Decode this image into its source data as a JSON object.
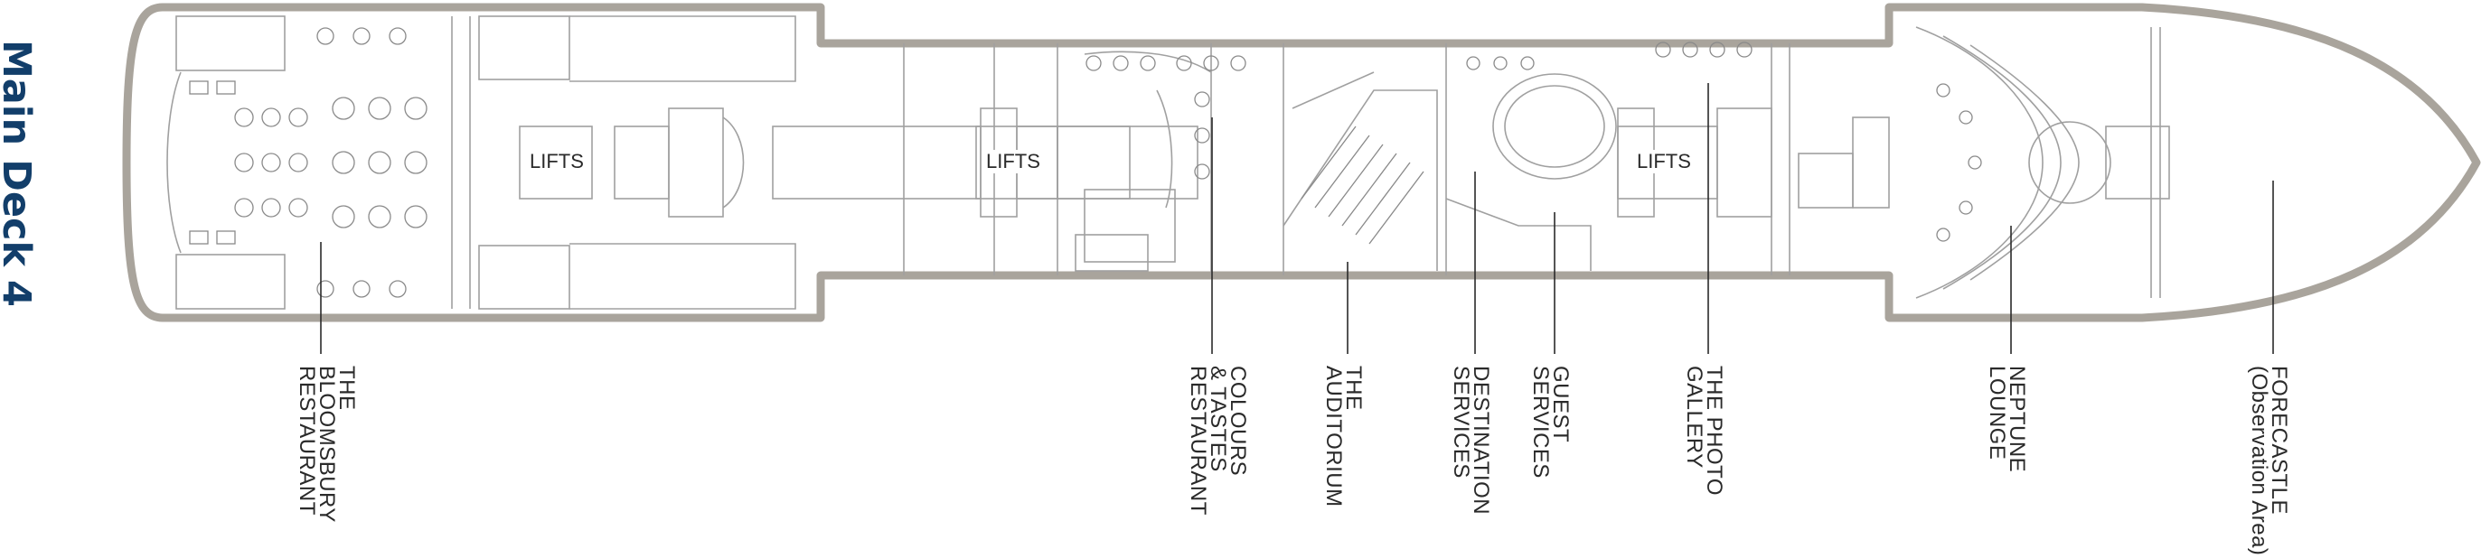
{
  "deck_title": "Main Deck 4",
  "lifts_label": "LIFTS",
  "venues": [
    {
      "id": "bloomsbury",
      "lines": [
        "THE",
        "BLOOMSBURY",
        "RESTAURANT"
      ]
    },
    {
      "id": "colours",
      "lines": [
        "COLOURS",
        "& TASTES",
        "RESTAURANT"
      ]
    },
    {
      "id": "auditorium",
      "lines": [
        "THE",
        "AUDITORIUM"
      ]
    },
    {
      "id": "destination",
      "lines": [
        "DESTINATION",
        "SERVICES"
      ]
    },
    {
      "id": "guest",
      "lines": [
        "GUEST",
        "SERVICES"
      ]
    },
    {
      "id": "photo",
      "lines": [
        "THE PHOTO",
        "GALLERY"
      ]
    },
    {
      "id": "neptune",
      "lines": [
        "NEPTUNE",
        "LOUNGE"
      ]
    },
    {
      "id": "forecastle",
      "lines": [
        "FORECASTLE",
        "(Observation Area)"
      ]
    }
  ],
  "colors": {
    "title": "#123e6a",
    "hull": "#a9a49c",
    "lines": "#9a9a9a",
    "text": "#2a2a2a"
  }
}
